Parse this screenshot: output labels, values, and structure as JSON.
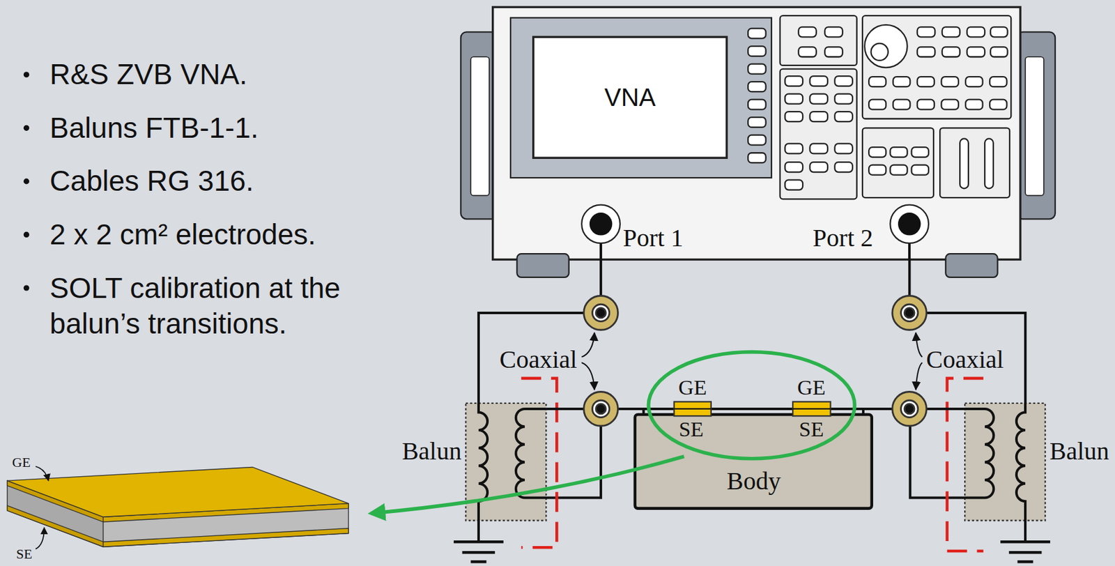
{
  "diagram": {
    "nodes": [
      {
        "text": [
          "VNA",
          "Port 1",
          "Port 2"
        ]
      },
      {
        "text": [
          "Balun"
        ]
      },
      {
        "text": [
          "Body"
        ]
      },
      {
        "text": [
          "Balun"
        ]
      }
    ],
    "edges": [
      {
        "from": 0,
        "to": 1,
        "arrow": "none"
      },
      {
        "from": 1,
        "to": 2,
        "arrow": "none"
      },
      {
        "from": 2,
        "to": 3,
        "arrow": "none"
      },
      {
        "from": 0,
        "to": 3,
        "arrow": "none"
      }
    ],
    "labels": [
      "R&S ZVB VNA.",
      "Baluns FTB-1-1.",
      "Cables RG 316.",
      "2 x 2 cm² electrodes.",
      "SOLT calibration at the balun’s transitions.",
      "Coaxial",
      "Coaxial",
      "GE",
      "SE",
      "GE",
      "SE",
      "GE",
      "SE"
    ]
  }
}
